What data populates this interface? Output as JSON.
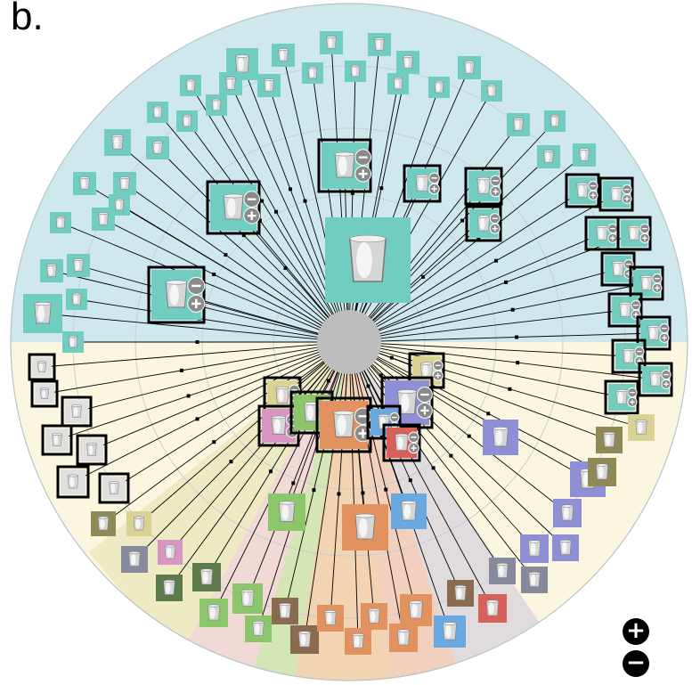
{
  "panel_label": "b.",
  "zoom": {
    "in_symbol": "+",
    "out_symbol": "−"
  },
  "colors": {
    "teal": "#72cdc1",
    "teal_bg": "#cfe8ee",
    "root_hub": "#bdbdbd",
    "orange": "#e1925e",
    "purple": "#8f8fd6",
    "yellow": "#d8d392",
    "olive": "#8d8a58",
    "green": "#8cc66a",
    "darkgreen": "#5c7a4a",
    "brown": "#8b6a52",
    "pink": "#d995c4",
    "red": "#d95f5b",
    "blue": "#6aa8e0",
    "gray": "#878a9a",
    "lightgray": "#e0e0e0"
  },
  "graph": {
    "root": {
      "name": "root-node",
      "icon": "root-hub-icon"
    },
    "focus": {
      "name": "focus-node-cup",
      "icon": "cup-icon",
      "color": "teal"
    },
    "groups": [
      {
        "id": "teal",
        "color": "teal",
        "sector": "upper-half"
      },
      {
        "id": "gray",
        "color": "lightgray",
        "sector": "left"
      },
      {
        "id": "yellow",
        "color": "yellow",
        "sector": "lower-left"
      },
      {
        "id": "green",
        "color": "green",
        "sector": "bottom-left"
      },
      {
        "id": "orange",
        "color": "orange",
        "sector": "bottom"
      },
      {
        "id": "blue",
        "color": "blue",
        "sector": "bottom-right"
      },
      {
        "id": "red",
        "color": "red",
        "sector": "bottom-right"
      },
      {
        "id": "purple",
        "color": "purple",
        "sector": "right"
      }
    ],
    "expandable_icons": [
      "minus-icon",
      "plus-icon"
    ]
  }
}
